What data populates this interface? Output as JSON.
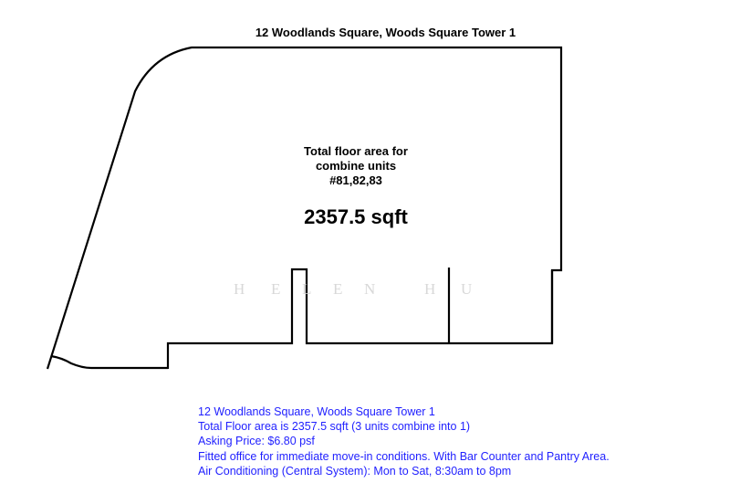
{
  "plan": {
    "title": "12 Woodlands Square, Woods Square Tower 1",
    "area_label_lines": [
      "Total floor area for",
      "combine units",
      "#81,82,83"
    ],
    "area_value": "2357.5 sqft",
    "watermark_letters": [
      "H",
      "E",
      "L",
      "E",
      "N",
      "H",
      "U"
    ]
  },
  "info": {
    "lines": [
      "12 Woodlands Square, Woods Square Tower 1",
      "Total Floor area is 2357.5 sqft (3 units combine into 1)",
      "Asking Price: $6.80 psf",
      "Fitted office for immediate move-in conditions. With Bar Counter and Pantry Area.",
      "Air Conditioning (Central System): Mon to Sat, 8:30am to 8pm"
    ],
    "color": "#1f1fff"
  }
}
